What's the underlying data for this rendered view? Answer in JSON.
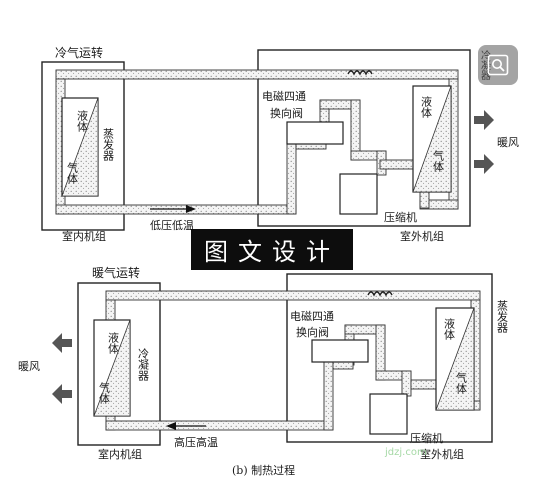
{
  "top": {
    "mode_title": "冷气运转",
    "indoor_coil": {
      "liquid": "液体",
      "gas": "气体",
      "role": "蒸发器"
    },
    "outdoor_coil": {
      "liquid": "液体",
      "gas": "气体",
      "role": "冷凝器"
    },
    "valve_label_line1": "电磁四通",
    "valve_label_line2": "换向阀",
    "compressor_label": "压缩机",
    "indoor_unit_label": "室内机组",
    "outdoor_unit_label": "室外机组",
    "flow_label": "低压低温",
    "air_out_label": "暖风"
  },
  "bottom": {
    "mode_title": "暖气运转",
    "indoor_coil": {
      "liquid": "液体",
      "gas": "气体",
      "role": "冷凝器"
    },
    "outdoor_coil": {
      "liquid": "液体",
      "gas": "气体",
      "role": "蒸发器"
    },
    "valve_label_line1": "电磁四通",
    "valve_label_line2": "换向阀",
    "compressor_label": "压缩机",
    "indoor_unit_label": "室内机组",
    "outdoor_unit_label": "室外机组",
    "flow_label": "高压高温",
    "air_out_label": "暖风"
  },
  "caption": "(b)  制热过程",
  "banner": "图文设计",
  "watermark": "jdzj.com",
  "icons": [
    "lens-icon",
    "arrow-left-icon",
    "arrow-right-icon",
    "coil-icon"
  ]
}
